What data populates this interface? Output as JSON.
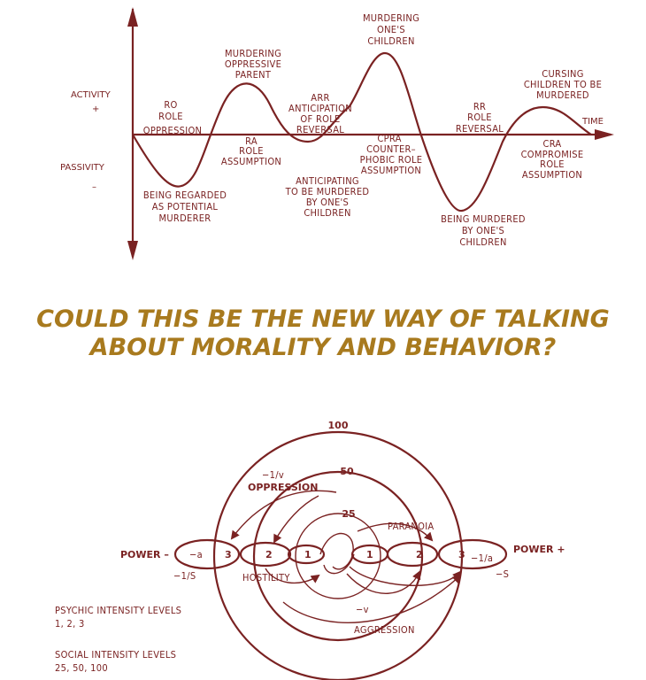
{
  "top_diagram": {
    "y_top_label": "ACTIVITY",
    "y_top_sign": "+",
    "y_bottom_label": "PASSIVITY",
    "y_bottom_sign": "–",
    "x_label": "TIME",
    "labels": {
      "ro": [
        "RO",
        "ROLE",
        "OPPRESSION"
      ],
      "murdering_oppressive_parent": [
        "MURDERING",
        "OPPRESSIVE",
        "PARENT"
      ],
      "ra": [
        "RA",
        "ROLE",
        "ASSUMPTION"
      ],
      "arr": [
        "ARR",
        "ANTICIPATION",
        "OF ROLE",
        "REVERSAL"
      ],
      "murdering_childrens": [
        "MURDERING",
        "ONE'S",
        "CHILDREN"
      ],
      "cpra": [
        "CPRA",
        "COUNTER–",
        "PHOBIC ROLE",
        "ASSUMPTION"
      ],
      "anticipating": [
        "ANTICIPATING",
        "TO BE MURDERED",
        "BY ONE'S",
        "CHILDREN"
      ],
      "rr": [
        "RR",
        "ROLE",
        "REVERSAL"
      ],
      "cursing": [
        "CURSING",
        "CHILDREN TO BE",
        "MURDERED"
      ],
      "cra": [
        "CRA",
        "COMPROMISE",
        "ROLE",
        "ASSUMPTION"
      ],
      "being_regarded": [
        "BEING REGARDED",
        "AS POTENTIAL",
        "MURDERER"
      ],
      "being_murdered": [
        "BEING MURDERED",
        "BY ONE'S",
        "CHILDREN"
      ]
    }
  },
  "caption": {
    "line1": "COULD THIS BE THE NEW WAY OF TALKING",
    "line2": "ABOUT MORALITY AND BEHAVIOR?"
  },
  "bottom_diagram": {
    "ring_100": "100",
    "ring_50": "50",
    "ring_25": "25",
    "oppression": "OPPRESSION",
    "minus_one_over_v": "−1/v",
    "paranoia": "PARANOIA",
    "hostility": "HOSTILITY",
    "aggression": "AGGRESSION",
    "minus_v": "−v",
    "power_minus": "POWER –",
    "power_plus": "POWER +",
    "minus_a": "−a",
    "minus_one_over_s": "−1/S",
    "minus_one_over_a": "−1/a",
    "minus_s": "−S",
    "left_lobes": [
      "3",
      "2",
      "1"
    ],
    "right_lobes": [
      "1",
      "2",
      "3"
    ],
    "psychic_title": "PSYCHIC INTENSITY LEVELS",
    "psychic_values": "1, 2, 3",
    "social_title": "SOCIAL INTENSITY LEVELS",
    "social_values": "25, 50, 100"
  }
}
